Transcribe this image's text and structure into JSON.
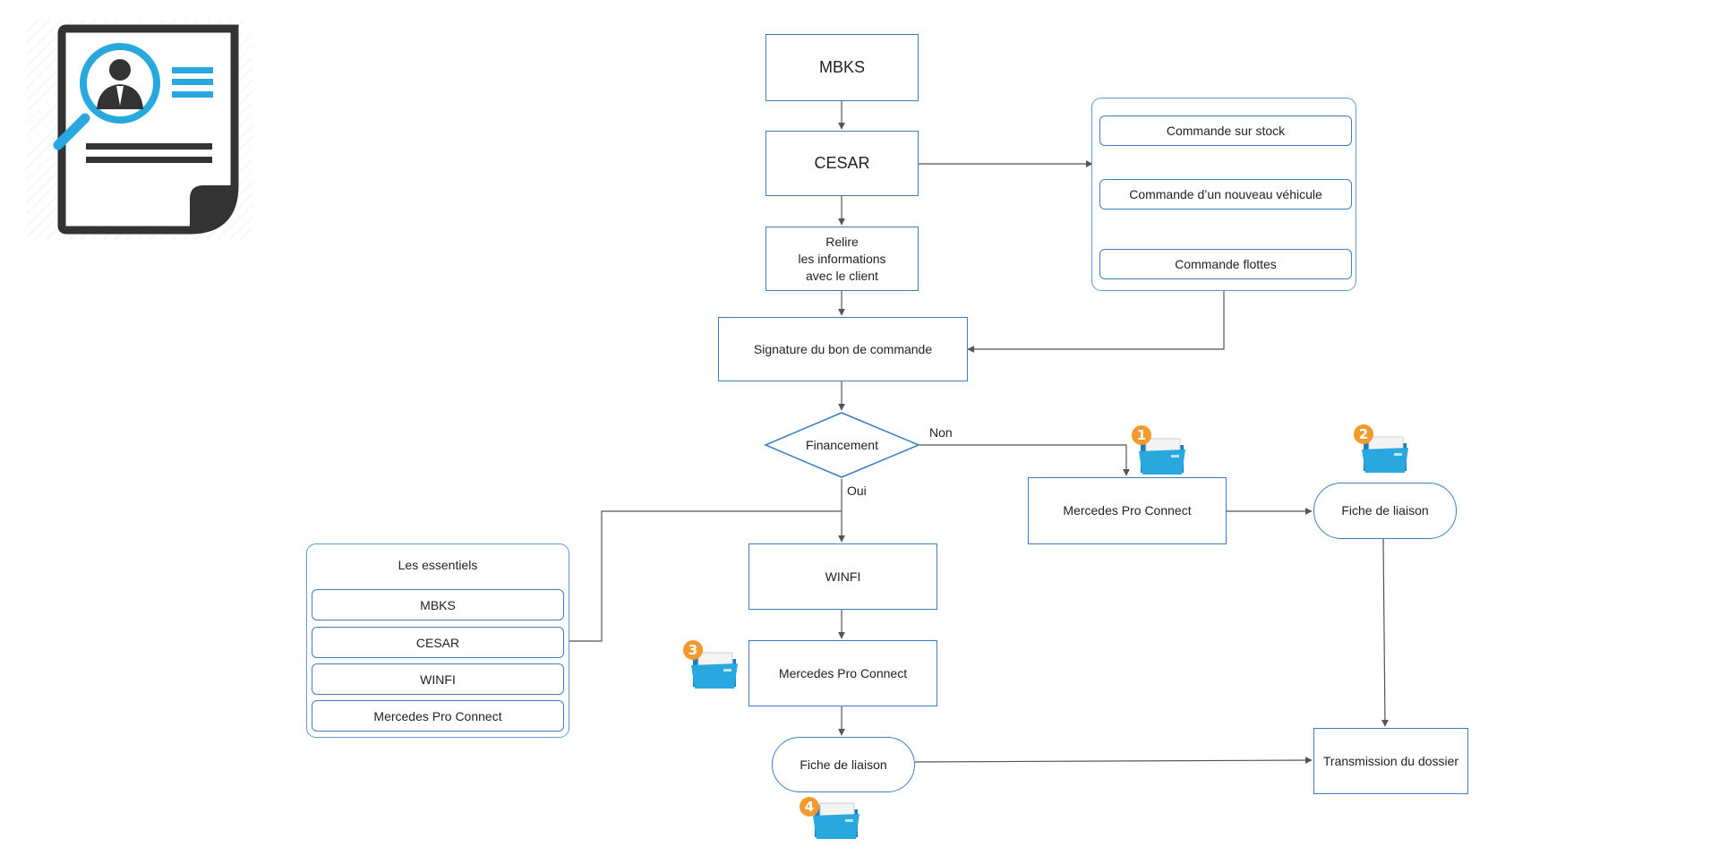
{
  "colors": {
    "stroke": "#3b7ec4",
    "group_stroke": "#5b9ad6",
    "connector": "#555555",
    "icon_blue": "#29a8e0",
    "icon_dark": "#333333",
    "badge": "#f29a2e"
  },
  "nodes": {
    "mbks": "MBKS",
    "cesar": "CESAR",
    "relire": [
      "Relire",
      "les informations",
      "avec le client"
    ],
    "signature": "Signature du bon de commande",
    "financement": "Financement",
    "winfi": "WINFI",
    "mpc_non": "Mercedes Pro Connect",
    "mpc_oui": "Mercedes Pro Connect",
    "fiche_non": "Fiche de liaison",
    "fiche_oui": "Fiche de liaison",
    "transmission": "Transmission du dossier"
  },
  "branches": {
    "non": "Non",
    "oui": "Oui"
  },
  "commande_group": {
    "items": [
      "Commande sur stock",
      "Commande d’un nouveau véhicule",
      "Commande flottes"
    ]
  },
  "essentiels_group": {
    "title": "Les essentiels",
    "items": [
      "MBKS",
      "CESAR",
      "WINFI",
      "Mercedes Pro Connect"
    ]
  },
  "badges": [
    "1",
    "2",
    "3",
    "4"
  ],
  "icons": {
    "header": "document-search-person-icon",
    "folder": "folder-icon"
  }
}
